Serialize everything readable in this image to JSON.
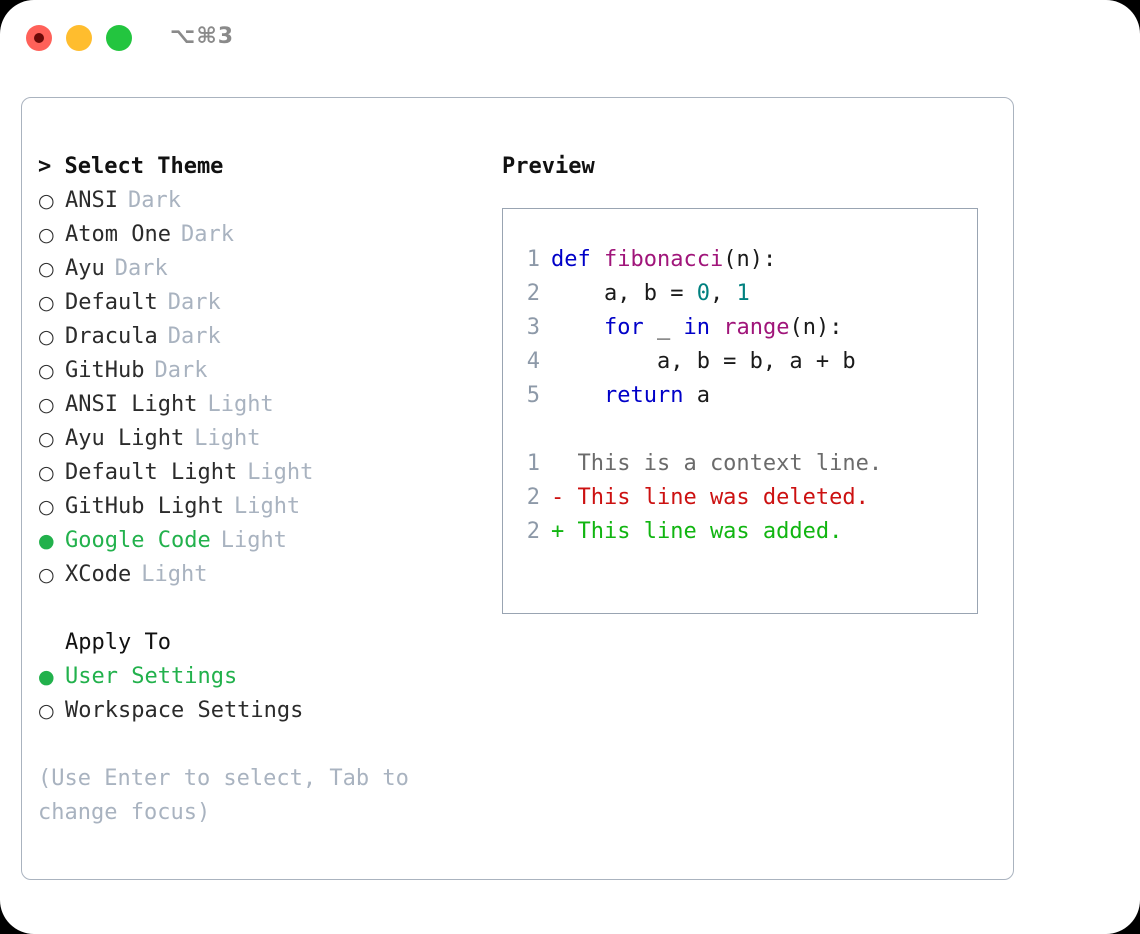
{
  "window": {
    "shortcut": "⌥⌘3",
    "traffic_lights": [
      {
        "name": "close",
        "color": "#ff6159"
      },
      {
        "name": "minimize",
        "color": "#ffbd2e"
      },
      {
        "name": "maximize",
        "color": "#23c53f"
      }
    ]
  },
  "left": {
    "header": "> Select Theme",
    "themes": [
      {
        "marker": "○",
        "label": "ANSI",
        "tag": "Dark",
        "selected": false
      },
      {
        "marker": "○",
        "label": "Atom One",
        "tag": "Dark",
        "selected": false
      },
      {
        "marker": "○",
        "label": "Ayu",
        "tag": "Dark",
        "selected": false
      },
      {
        "marker": "○",
        "label": "Default",
        "tag": "Dark",
        "selected": false
      },
      {
        "marker": "○",
        "label": "Dracula",
        "tag": "Dark",
        "selected": false
      },
      {
        "marker": "○",
        "label": "GitHub",
        "tag": "Dark",
        "selected": false
      },
      {
        "marker": "○",
        "label": "ANSI Light",
        "tag": "Light",
        "selected": false
      },
      {
        "marker": "○",
        "label": "Ayu Light",
        "tag": "Light",
        "selected": false
      },
      {
        "marker": "○",
        "label": "Default Light",
        "tag": "Light",
        "selected": false
      },
      {
        "marker": "○",
        "label": "GitHub Light",
        "tag": "Light",
        "selected": false
      },
      {
        "marker": "●",
        "label": "Google Code",
        "tag": "Light",
        "selected": true
      },
      {
        "marker": "○",
        "label": "XCode",
        "tag": "Light",
        "selected": false
      }
    ],
    "apply_to_header": "Apply To",
    "apply_to": [
      {
        "marker": "●",
        "label": "User Settings",
        "selected": true
      },
      {
        "marker": "○",
        "label": "Workspace Settings",
        "selected": false
      }
    ],
    "hint": "(Use Enter to select, Tab to change focus)"
  },
  "right": {
    "title": "Preview",
    "code_lines": [
      {
        "number": "1",
        "tokens": [
          {
            "text": "def ",
            "type": "kw"
          },
          {
            "text": "fibonacci",
            "type": "fn"
          },
          {
            "text": "(n):",
            "type": "pl"
          }
        ]
      },
      {
        "number": "2",
        "tokens": [
          {
            "text": "    a, b = ",
            "type": "pl"
          },
          {
            "text": "0",
            "type": "num"
          },
          {
            "text": ", ",
            "type": "pl"
          },
          {
            "text": "1",
            "type": "num"
          }
        ]
      },
      {
        "number": "3",
        "tokens": [
          {
            "text": "    ",
            "type": "pl"
          },
          {
            "text": "for",
            "type": "kw"
          },
          {
            "text": " _ ",
            "type": "pl"
          },
          {
            "text": "in",
            "type": "kw"
          },
          {
            "text": " ",
            "type": "pl"
          },
          {
            "text": "range",
            "type": "fn"
          },
          {
            "text": "(n):",
            "type": "pl"
          }
        ]
      },
      {
        "number": "4",
        "tokens": [
          {
            "text": "        a, b = b, a + b",
            "type": "pl"
          }
        ]
      },
      {
        "number": "5",
        "tokens": [
          {
            "text": "    ",
            "type": "pl"
          },
          {
            "text": "return",
            "type": "kw"
          },
          {
            "text": " a",
            "type": "pl"
          }
        ]
      }
    ],
    "diff_lines": [
      {
        "number": "1",
        "text": "  This is a context line.",
        "kind": "ctx"
      },
      {
        "number": "2",
        "text": "- This line was deleted.",
        "kind": "del"
      },
      {
        "number": "2",
        "text": "+ This line was added.",
        "kind": "add"
      }
    ]
  },
  "colors": {
    "accent_green": "#22b14c",
    "muted": "#a9b3c0",
    "border": "#aab3bf",
    "keyword": "#0000c8",
    "function": "#a0157a",
    "number": "#00807f",
    "diff_delete": "#cc1111",
    "diff_add": "#11b511",
    "diff_context": "#6b6b6b",
    "lineno": "#8d99a8"
  }
}
